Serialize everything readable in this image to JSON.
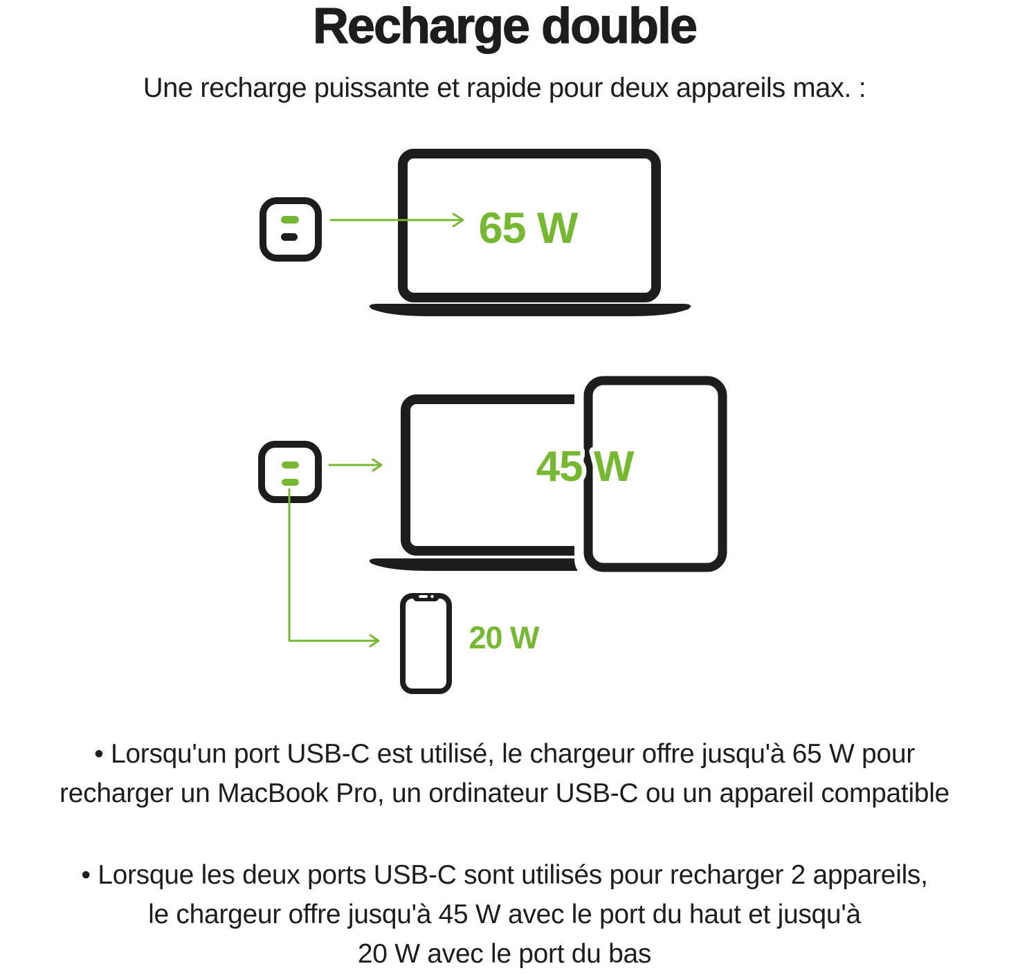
{
  "page": {
    "title": "Recharge double",
    "subtitle": "Une recharge puissante et rapide pour deux appareils max. :"
  },
  "colors": {
    "accent_green": "#77b832",
    "ink_black": "#1d1d1b",
    "background": "#ffffff"
  },
  "diagram": {
    "single_port_scenario": {
      "charger_ports": [
        "usb-c-top-active",
        "usb-c-bottom-inactive"
      ],
      "device": "laptop",
      "watt_label": "65 W"
    },
    "dual_port_scenario": {
      "charger_ports": [
        "usb-c-top-active",
        "usb-c-bottom-active"
      ],
      "devices_top": "laptop-and-tablet",
      "top_port_watt_label": "45 W",
      "device_bottom": "phone",
      "bottom_port_watt_label": "20 W"
    }
  },
  "bullets": [
    {
      "lines": [
        "• Lorsqu'un port USB-C est utilisé, le chargeur offre jusqu'à 65 W pour",
        "recharger un MacBook Pro, un ordinateur USB-C ou un appareil compatible"
      ]
    },
    {
      "lines": [
        "• Lorsque les deux ports USB-C sont utilisés pour recharger 2 appareils,",
        "le chargeur offre jusqu'à 45 W avec le port du haut et jusqu'à",
        "20 W avec le port du bas"
      ]
    }
  ]
}
